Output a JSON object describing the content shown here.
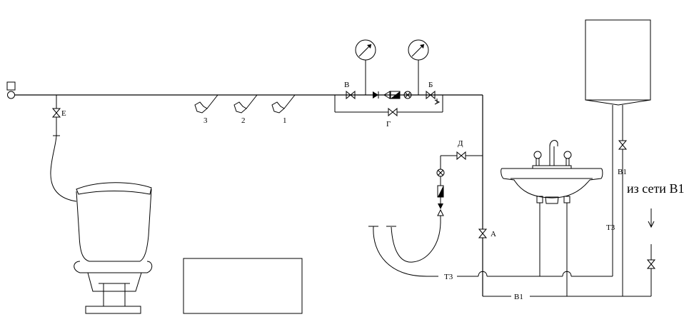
{
  "labels": {
    "valve_v": "В",
    "valve_b": "Б",
    "valve_g": "Г",
    "valve_d": "Д",
    "valve_e": "Е",
    "valve_a": "А",
    "faucet_3": "3",
    "faucet_2": "2",
    "faucet_1": "1",
    "pipe_v1_heater": "В1",
    "pipe_t3_heater": "Т3",
    "pipe_t3_bottom": "Т3",
    "pipe_v1_bottom": "В1",
    "from_network": "из сети В1"
  }
}
